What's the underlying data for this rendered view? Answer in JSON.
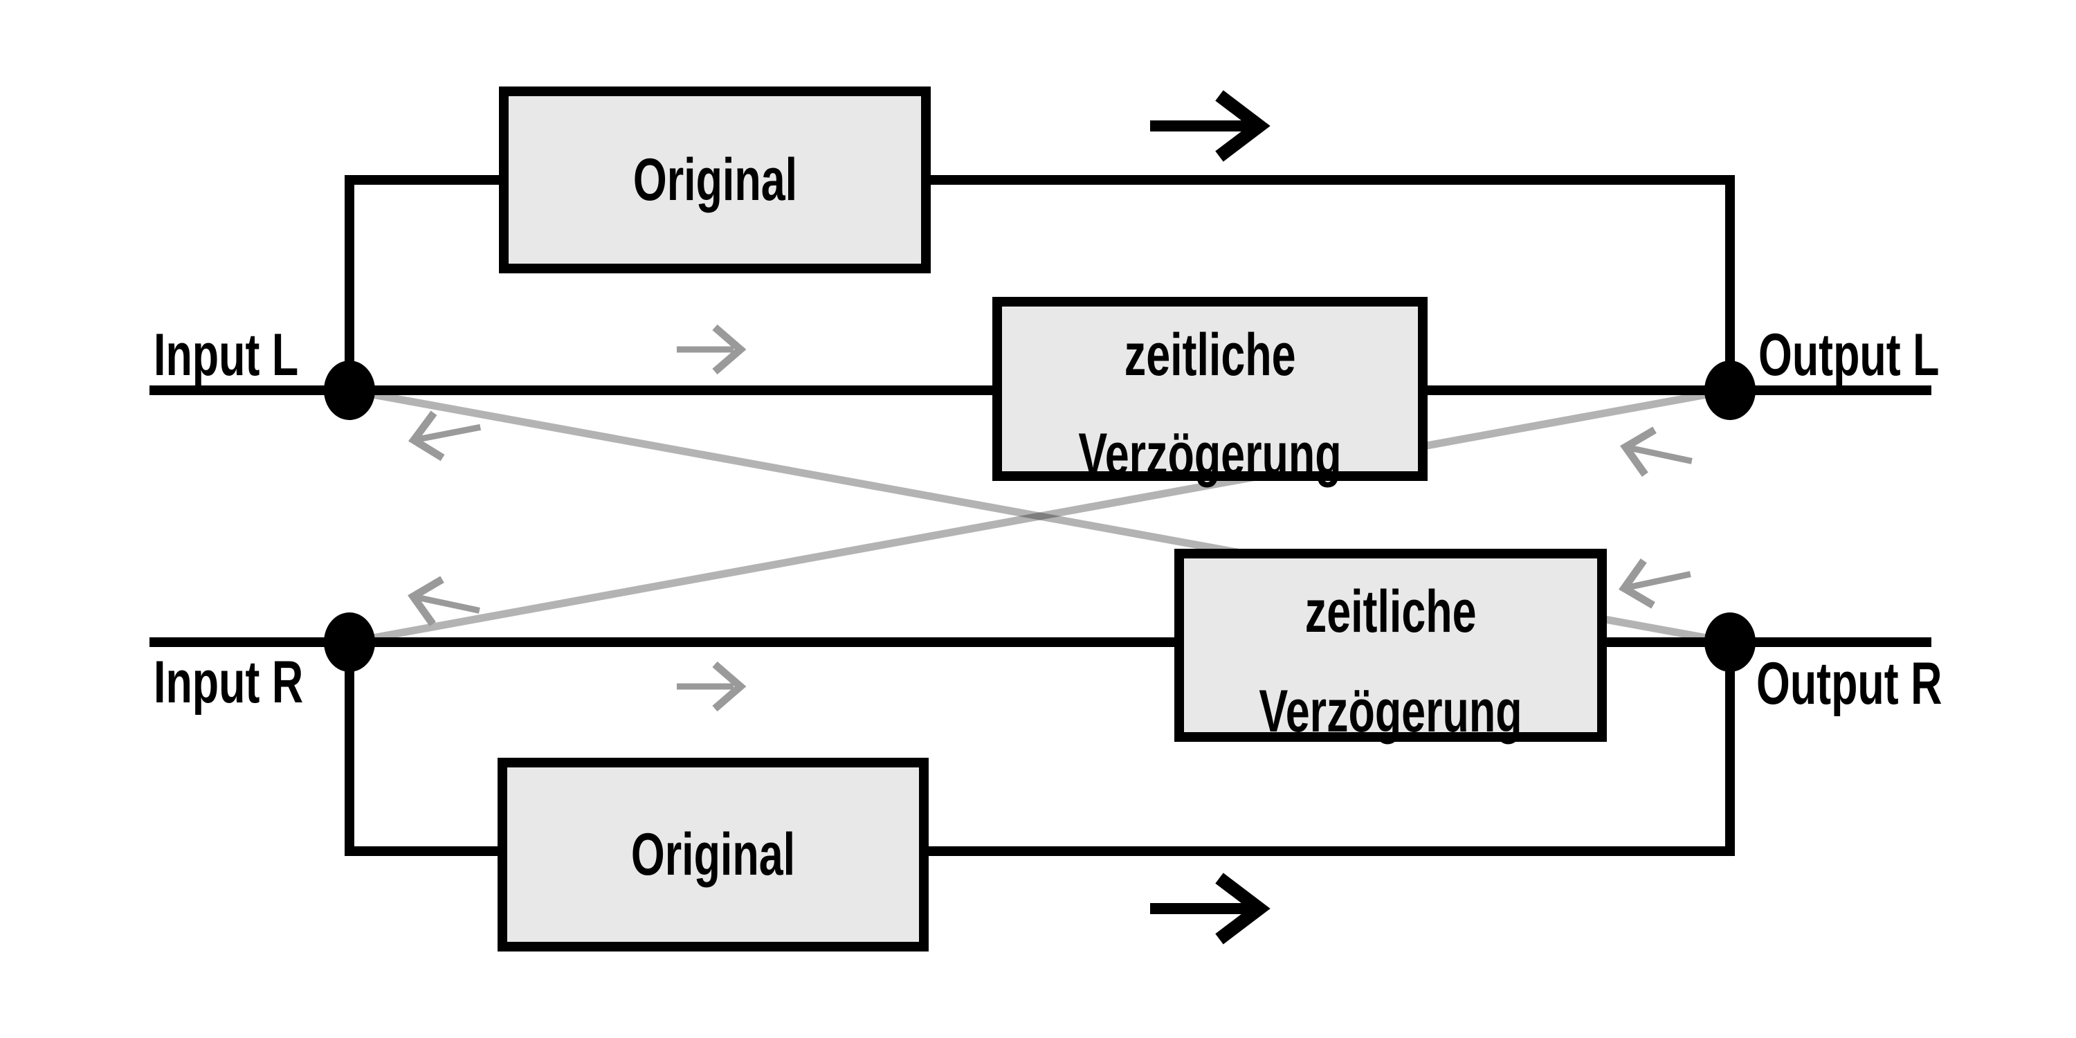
{
  "diagram": {
    "io_labels": {
      "input_l": "Input L",
      "input_r": "Input R",
      "output_l": "Output L",
      "output_r": "Output R"
    },
    "blocks": {
      "original_top": {
        "label": "Original"
      },
      "original_bottom": {
        "label": "Original"
      },
      "delay_top": {
        "line1": "zeitliche",
        "line2": "Verzögerung"
      },
      "delay_bottom": {
        "line1": "zeitliche",
        "line2": "Verzögerung"
      }
    },
    "colors": {
      "background": "#ffffff",
      "line_black": "#000000",
      "block_fill": "#e8e8e8",
      "block_border": "#000000",
      "node_fill": "#000000",
      "cross_line_gray": "#b3b3b3",
      "arrow_gray": "#9a9a9a",
      "text": "#000000"
    },
    "arrows": {
      "black_top": "right",
      "black_bottom": "right",
      "gray_main_top": "right",
      "gray_main_bottom": "right",
      "gray_cross_near_input_l": "left",
      "gray_cross_near_output_l": "left",
      "gray_cross_near_input_r": "left",
      "gray_cross_near_output_r": "left"
    }
  }
}
